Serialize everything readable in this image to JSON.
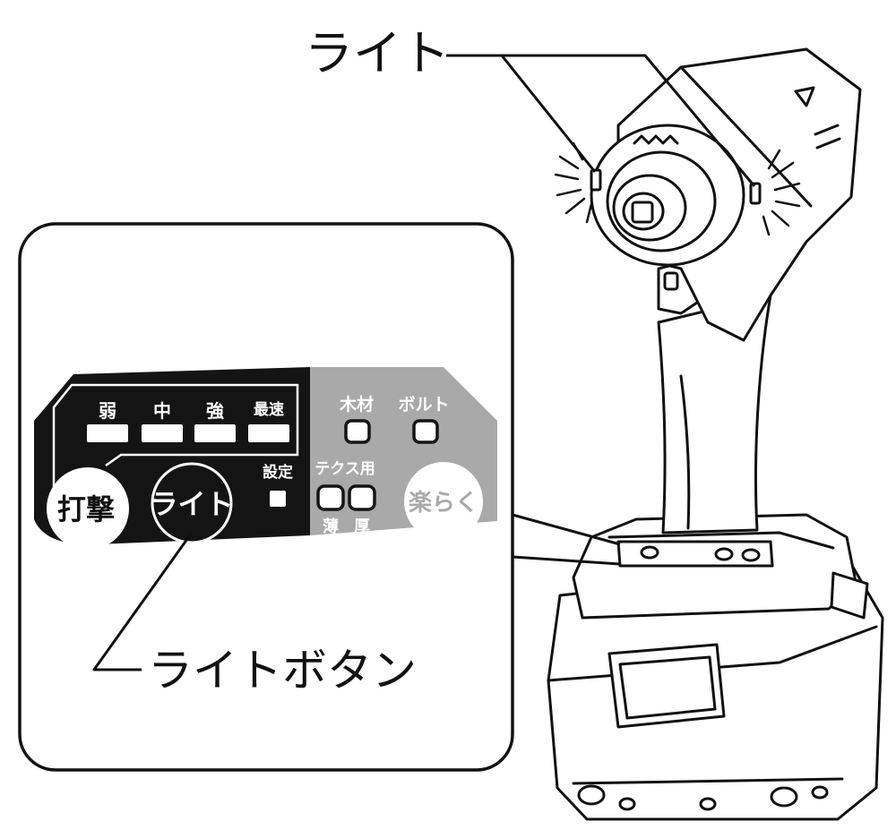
{
  "callouts": {
    "light": "ライト",
    "light_button": "ライトボタン"
  },
  "panel": {
    "impact": {
      "label": "打撃",
      "levels": [
        "弱",
        "中",
        "強",
        "最速"
      ]
    },
    "light_button_label": "ライト",
    "settings_label": "設定",
    "modes": {
      "wood": "木材",
      "bolt": "ボルト",
      "tex_label": "テクス用",
      "thin": "薄",
      "thick": "厚",
      "easy": "楽らく"
    }
  },
  "colors": {
    "ink": "#111111",
    "panel_black": "#141414",
    "panel_gray": "#a9a9a9",
    "paper": "#ffffff"
  },
  "icons": [
    "impact-driver-illustration",
    "light-glow-icon"
  ]
}
